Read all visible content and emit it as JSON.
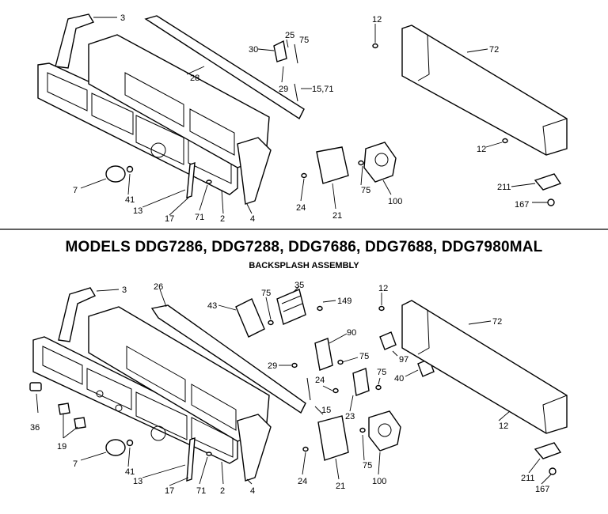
{
  "diagram": {
    "title": "MODELS DDG7286, DDG7288, DDG7686, DDG7688, DDG7980MAL",
    "subtitle": "BACKSPLASH ASSEMBLY",
    "top_labels": {
      "endcap_left": "3",
      "trim": "28",
      "bracket_30": "30",
      "screw_25": "25",
      "screw_75a": "75",
      "part_29": "29",
      "screw_15_71": "15,71",
      "clip_12a": "12",
      "backsplash": "72",
      "clip_12b": "12",
      "knob": "7",
      "knob_insert": "41",
      "panel": "13",
      "part_17": "17",
      "screw_71": "71",
      "part_2": "2",
      "endcap_right": "4",
      "screw_24": "24",
      "board_21": "21",
      "screw_75b": "75",
      "timer_100": "100",
      "part_211": "211",
      "screw_167": "167"
    },
    "bottom_labels": {
      "endcap_left": "3",
      "trim": "26",
      "bracket_43": "43",
      "screw_75a": "75",
      "switch_35": "35",
      "screw_149": "149",
      "clip_12a": "12",
      "backsplash": "72",
      "part_90": "90",
      "screw_29": "29",
      "screw_75b": "75",
      "part_97": "97",
      "screw_75c": "75",
      "part_40": "40",
      "screw_24a": "24",
      "screw_15": "15",
      "part_23": "23",
      "clip_12b": "12",
      "button_36": "36",
      "buttons_19": "19",
      "knob": "7",
      "knob_insert": "41",
      "panel": "13",
      "part_17": "17",
      "screw_71": "71",
      "part_2": "2",
      "endcap_right": "4",
      "screw_24b": "24",
      "board_21": "21",
      "screw_75d": "75",
      "timer_100": "100",
      "part_211": "211",
      "screw_167": "167"
    }
  }
}
